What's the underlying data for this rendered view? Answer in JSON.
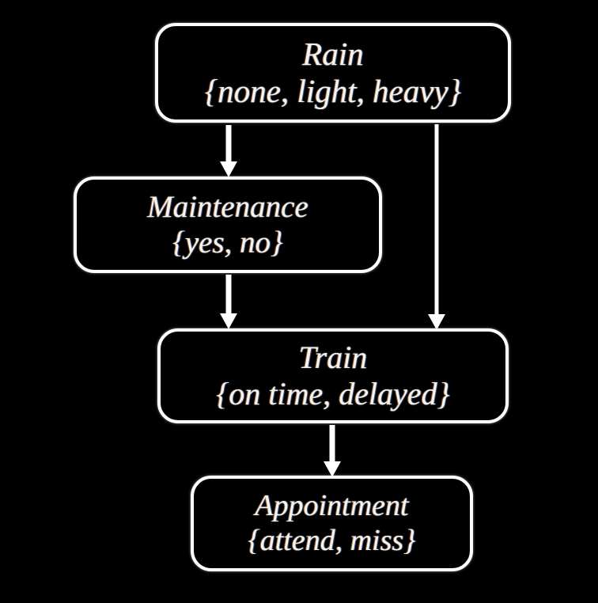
{
  "diagram": {
    "type": "directed-acyclic-graph",
    "background_color": "#000000",
    "node_border_color": "#ffffff",
    "node_text_color": "#f7f4ee",
    "arrow_color": "#ffffff",
    "nodes": [
      {
        "id": "rain",
        "name": "Rain",
        "states": "{none, light, heavy}"
      },
      {
        "id": "maintenance",
        "name": "Maintenance",
        "states": "{yes, no}"
      },
      {
        "id": "train",
        "name": "Train",
        "states": "{on time, delayed}"
      },
      {
        "id": "appointment",
        "name": "Appointment",
        "states": "{attend, miss}"
      }
    ],
    "edges": [
      {
        "from": "rain",
        "to": "maintenance"
      },
      {
        "from": "rain",
        "to": "train"
      },
      {
        "from": "maintenance",
        "to": "train"
      },
      {
        "from": "train",
        "to": "appointment"
      }
    ]
  }
}
